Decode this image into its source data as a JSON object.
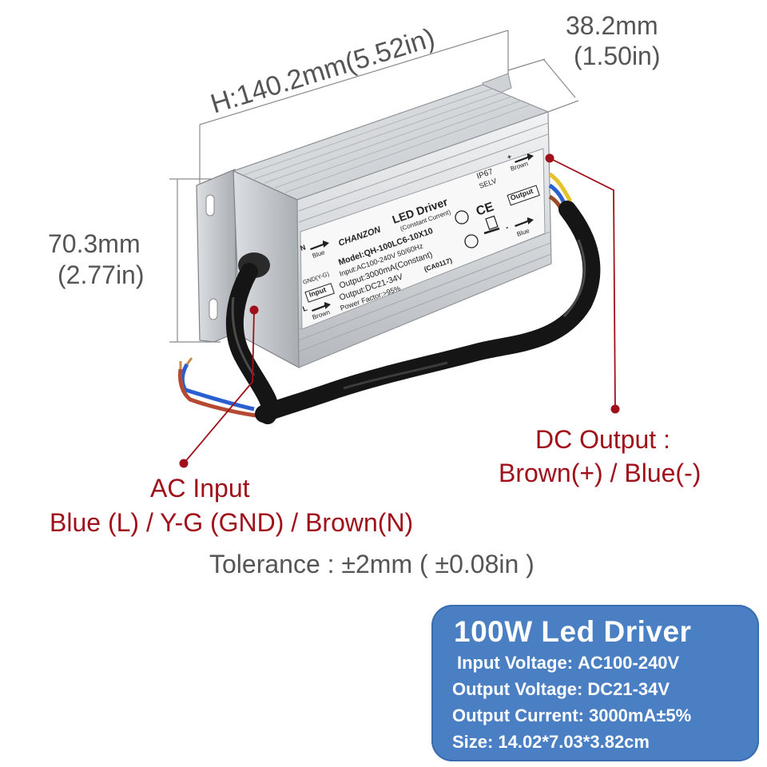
{
  "dimensions": {
    "length_label": "H:140.2mm(5.52in)",
    "depth_mm": "38.2mm",
    "depth_in": "(1.50in)",
    "height_mm": "70.3mm",
    "height_in": "(2.77in)"
  },
  "callouts": {
    "dc_output_title": "DC Output :",
    "dc_output_wires": "Brown(+) / Blue(-)",
    "ac_input_title": "AC Input",
    "ac_input_wires": "Blue (L) / Y-G (GND) / Brown(N)",
    "tolerance": "Tolerance : ±2mm ( ±0.08in )"
  },
  "device_label": {
    "brand": "CHANZON",
    "product": "LED Driver",
    "subtitle": "(Constant Current)",
    "model": "Model:QH-100LC6-10X10",
    "input": "Input:AC100-240V 50/60Hz",
    "output_current": "Output:3000mA(Constant)",
    "output_voltage": "Output:DC21-34V",
    "code": "(CA0117)",
    "power_factor": "Power Factor:>95%",
    "ip_rating": "IP67",
    "selv": "SELV",
    "ce_mark": "CE",
    "input_tag": "Input",
    "output_tag": "Output",
    "n_label": "N",
    "n_wire": "Blue",
    "gnd_label": "GND(Y-G)",
    "l_label": "L",
    "l_wire": "Brown",
    "plus_label": "+",
    "plus_wire": "Brown",
    "minus_label": "-",
    "minus_wire": "Blue"
  },
  "spec_box": {
    "title": "100W Led Driver",
    "rows": [
      {
        "key": "Input Voltage:",
        "value": "AC100-240V"
      },
      {
        "key": "Output Voltage:",
        "value": "DC21-34V"
      },
      {
        "key": "Output Current:",
        "value": "3000mA±5%"
      },
      {
        "key": "Size:",
        "value": "14.02*7.03*3.82cm"
      }
    ]
  },
  "colors": {
    "callout_red": "#a0101a",
    "dimension_grey": "#555555",
    "spec_box_blue": "#4a7fc4",
    "housing_silver": "#d9dcdf",
    "cable_black": "#151515"
  }
}
